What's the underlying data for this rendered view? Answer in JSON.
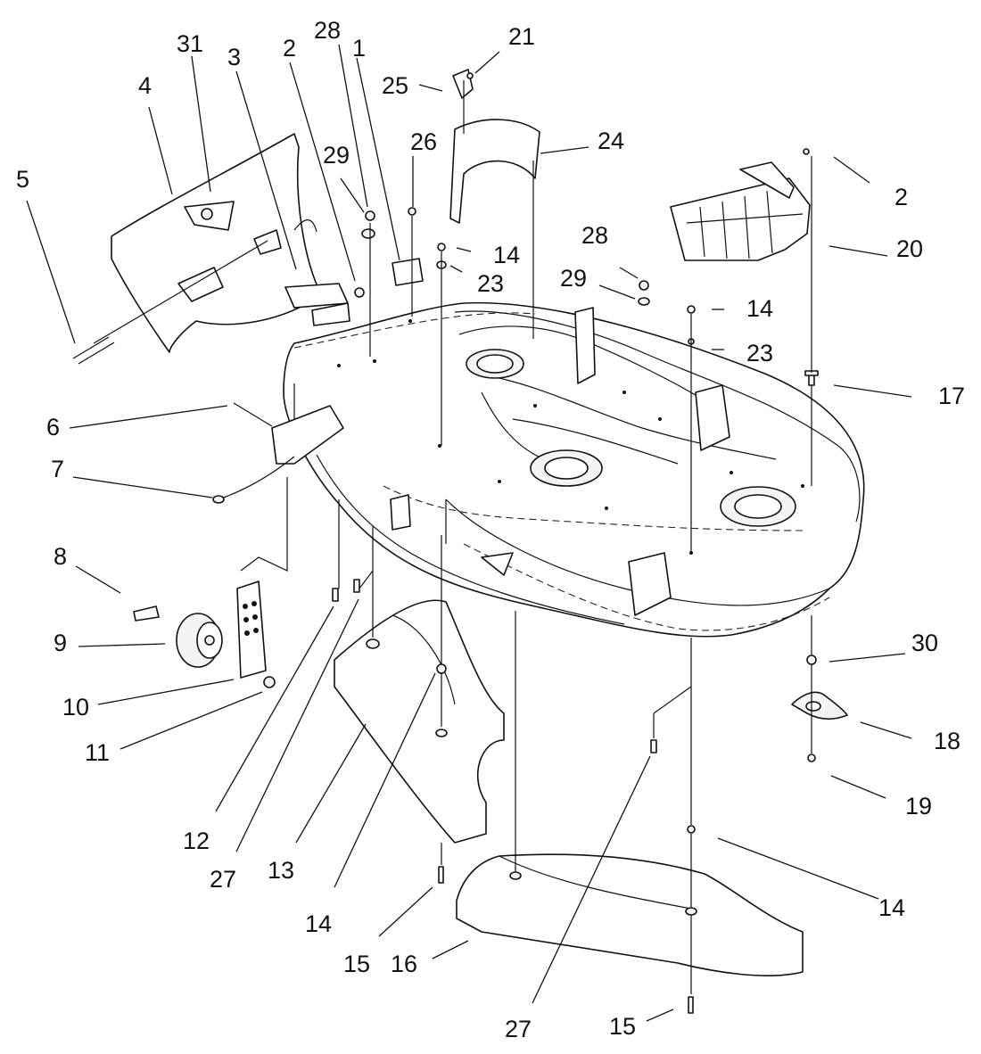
{
  "callouts": {
    "c31": "31",
    "c3": "3",
    "c2a": "2",
    "c28a": "28",
    "c1": "1",
    "c21": "21",
    "c4": "4",
    "c25": "25",
    "c5": "5",
    "c29a": "29",
    "c26": "26",
    "c24": "24",
    "c2b": "2",
    "c14a": "14",
    "c23a": "23",
    "c28b": "28",
    "c20": "20",
    "c29b": "29",
    "c14b": "14",
    "c23b": "23",
    "c17": "17",
    "c6": "6",
    "c7": "7",
    "c8": "8",
    "c9": "9",
    "c30": "30",
    "c10": "10",
    "c11": "11",
    "c18": "18",
    "c19": "19",
    "c12": "12",
    "c27a": "27",
    "c13": "13",
    "c14c": "14",
    "c14d": "14",
    "c15a": "15",
    "c16": "16",
    "c27b": "27",
    "c15b": "15"
  }
}
